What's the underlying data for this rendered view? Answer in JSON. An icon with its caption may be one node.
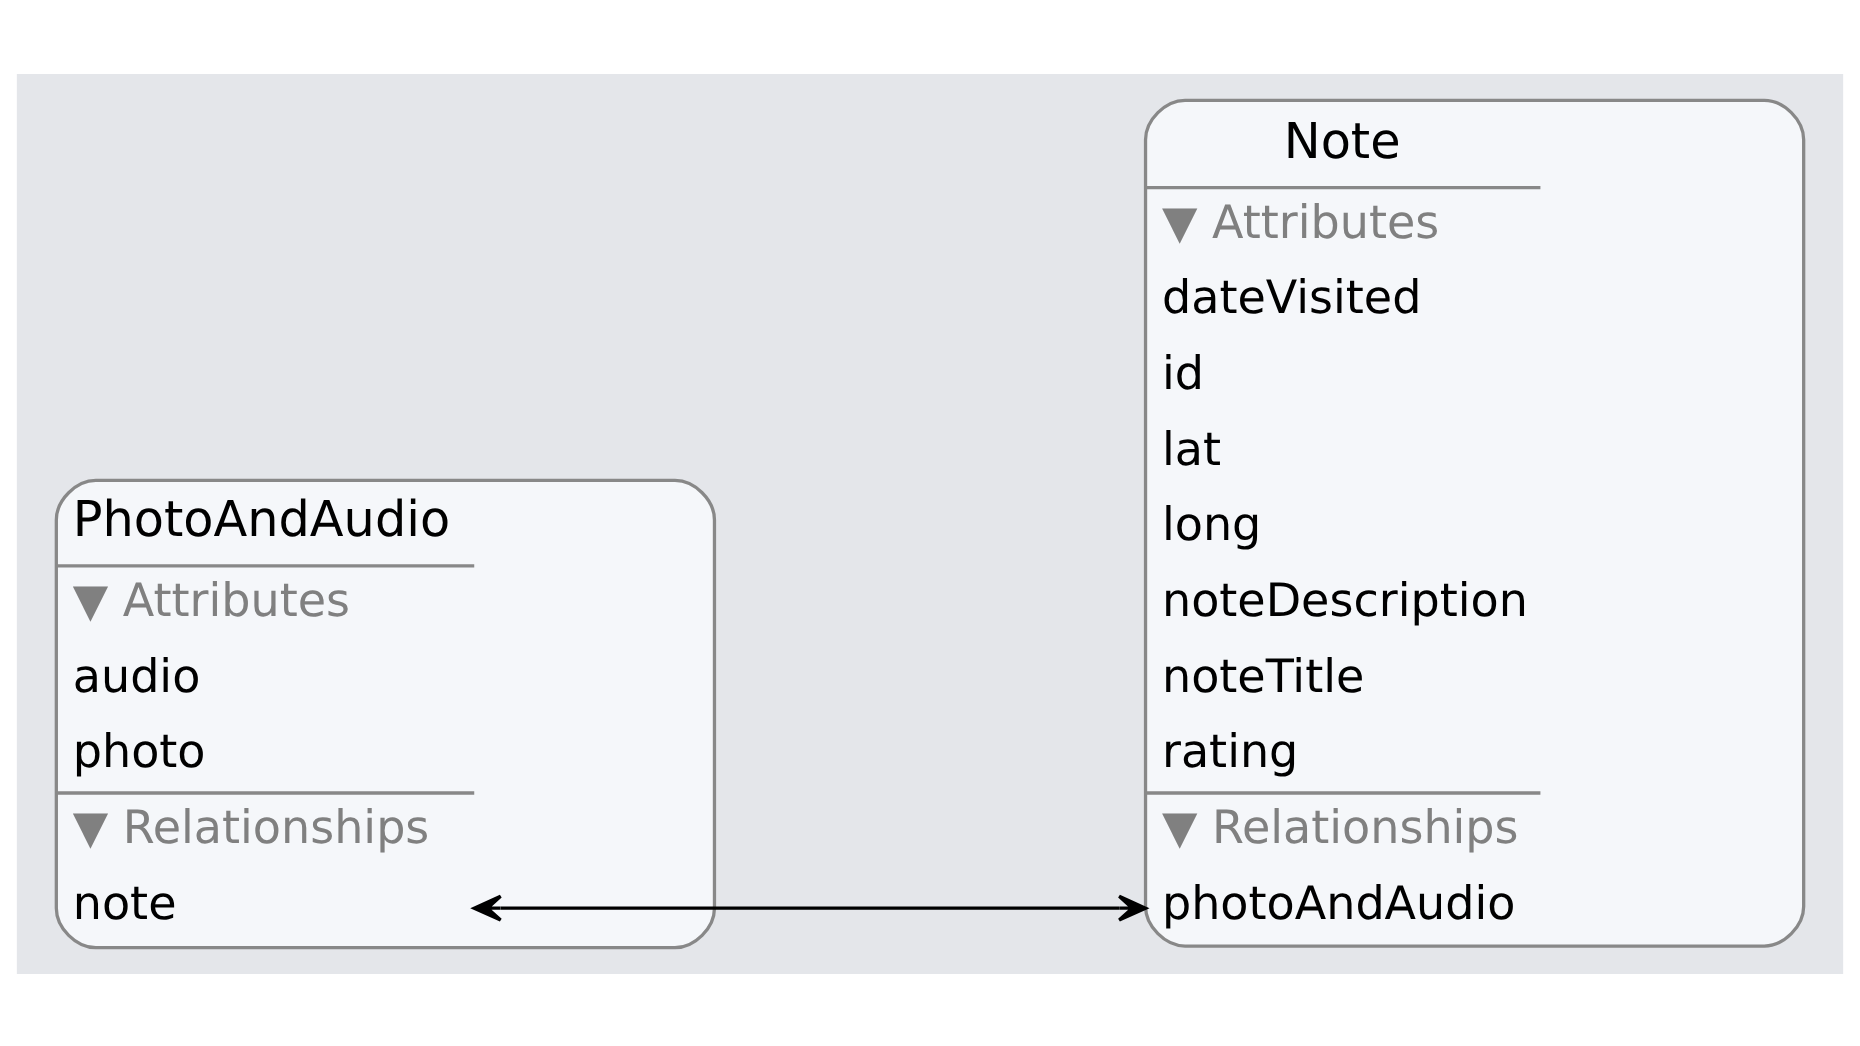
{
  "diagram": {
    "nodes": [
      {
        "text": [
          "PhotoAndAudio",
          "▼ Attributes",
          "audio",
          "photo",
          "▼ Relationships",
          "note"
        ]
      },
      {
        "text": [
          "Note",
          "▼ Attributes",
          "dateVisited",
          "id",
          "lat",
          "long",
          "noteDescription",
          "noteTitle",
          "rating",
          "▼ Relationships",
          "photoAndAudio"
        ]
      }
    ],
    "edges": [
      {
        "from": 0,
        "to": 1,
        "arrow": "both"
      }
    ]
  }
}
